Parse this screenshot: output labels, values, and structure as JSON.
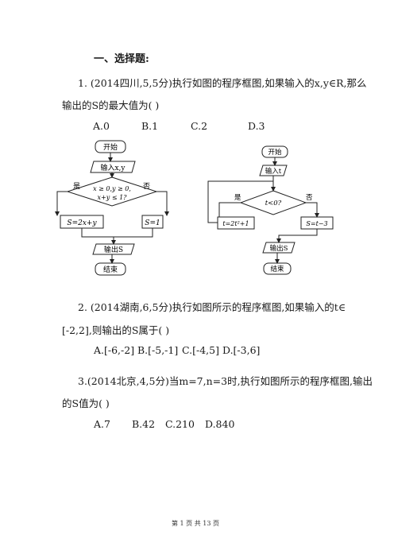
{
  "section_title": "一、选择题:",
  "q1": {
    "line1": "1. (2014四川,5,5分)执行如图的程序框图,如果输入的x,y∈R,那么",
    "line2": "输出的S的最大值为(     )",
    "options": [
      "A.0",
      "B.1",
      "C.2",
      "D.3"
    ]
  },
  "flow1": {
    "start": "开始",
    "input": "输入x,y",
    "cond_line1": "x ≥ 0,y ≥ 0,",
    "cond_line2": "x+y ≤ 1?",
    "yes": "是",
    "no": "否",
    "left_box": "S=2x+y",
    "right_box": "S=1",
    "output": "输出S",
    "end": "结束"
  },
  "flow2": {
    "start": "开始",
    "input": "输入t",
    "cond": "t<0?",
    "yes": "是",
    "no": "否",
    "left_box": "t=2t²+1",
    "right_box": "S=t−3",
    "output": "输出S",
    "end": "结束"
  },
  "q2": {
    "line1": "2. (2014湖南,6,5分)执行如图所示的程序框图,如果输入的t∈",
    "line2": "[-2,2],则输出的S属于(     )",
    "options": [
      "A.[-6,-2]",
      "B.[-5,-1]",
      "C.[-4,5]",
      "D.[-3,6]"
    ]
  },
  "q3": {
    "line1": "3.(2014北京,4,5分)当m=7,n=3时,执行如图所示的程序框图,输出",
    "line2": "的S值为(     )",
    "options": [
      "A.7",
      "B.42",
      "C.210",
      "D.840"
    ]
  },
  "footer": "第 1 页 共 13 页"
}
